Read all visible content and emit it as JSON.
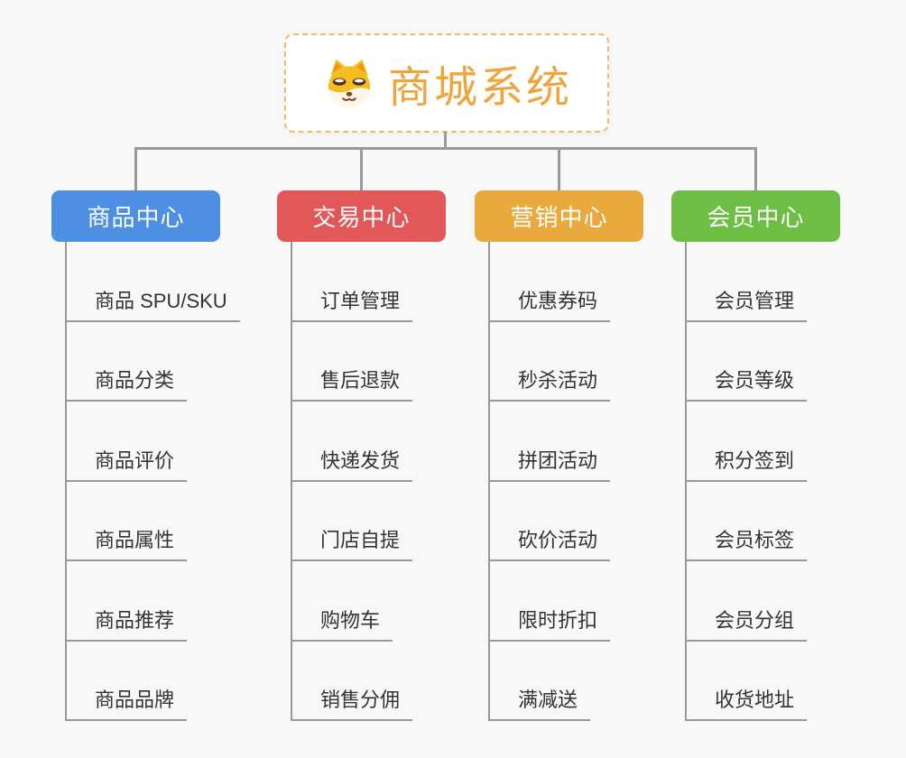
{
  "root": {
    "title": "商城系统",
    "icon": "doge-icon"
  },
  "theme": {
    "background": "#F8F8F8",
    "root_accent": "#F2A43C",
    "root_border": "#F3BC64",
    "connector": "#999999",
    "leaf_text": "#333333"
  },
  "branches": [
    {
      "label": "商品中心",
      "color": "#4D8FE2",
      "children": [
        "商品 SPU/SKU",
        "商品分类",
        "商品评价",
        "商品属性",
        "商品推荐",
        "商品品牌"
      ]
    },
    {
      "label": "交易中心",
      "color": "#E25858",
      "children": [
        "订单管理",
        "售后退款",
        "快递发货",
        "门店自提",
        "购物车",
        "销售分佣"
      ]
    },
    {
      "label": "营销中心",
      "color": "#E9A93D",
      "children": [
        "优惠券码",
        "秒杀活动",
        "拼团活动",
        "砍价活动",
        "限时折扣",
        "满减送"
      ]
    },
    {
      "label": "会员中心",
      "color": "#6EBE45",
      "children": [
        "会员管理",
        "会员等级",
        "积分签到",
        "会员标签",
        "会员分组",
        "收货地址"
      ]
    }
  ]
}
